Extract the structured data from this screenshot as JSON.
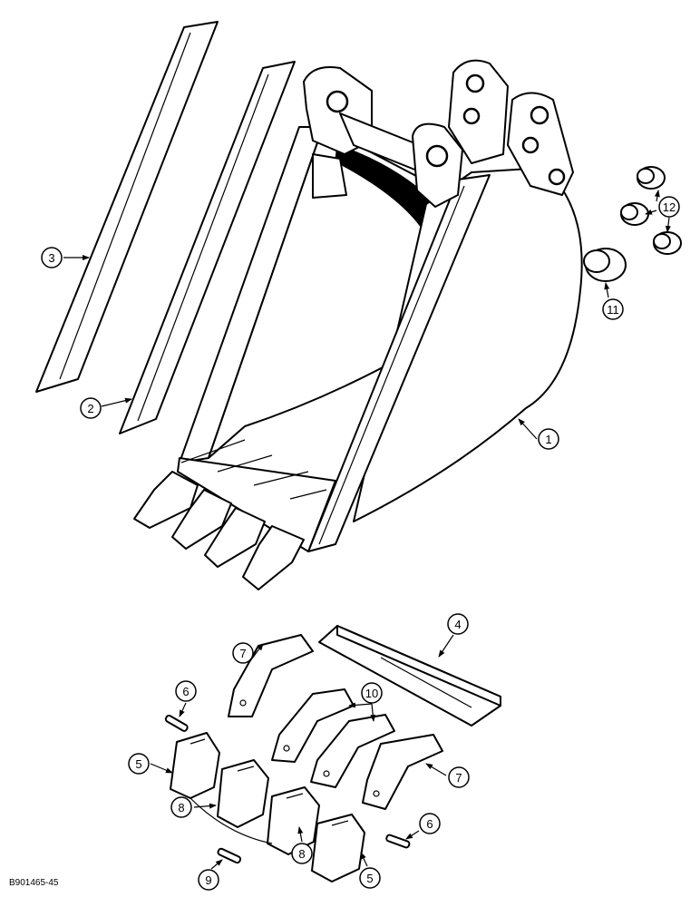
{
  "reference_code": "B901465-45",
  "callouts": {
    "c1": "1",
    "c2": "2",
    "c3": "3",
    "c4": "4",
    "c5a": "5",
    "c5b": "5",
    "c6a": "6",
    "c6b": "6",
    "c7a": "7",
    "c7b": "7",
    "c8a": "8",
    "c8b": "8",
    "c9": "9",
    "c10": "10",
    "c11": "11",
    "c12": "12"
  }
}
